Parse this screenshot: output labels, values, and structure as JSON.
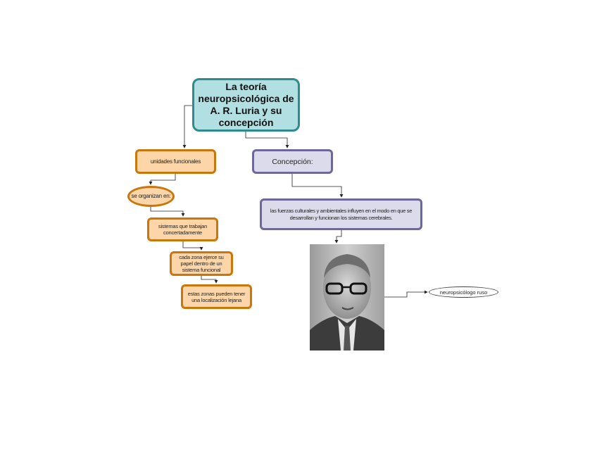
{
  "diagram": {
    "title": "La teoría neuropsicológica de A. R. Luria y su concepción",
    "left_branch": {
      "unidades": "unidades funcionales",
      "organizan": "se organizan en:",
      "sistemas": "sistemas que trabajan concertadamente",
      "cadazona": "cada zona ejerce su papel dentro de un sistema funcional",
      "estas": "estas zonas pueden tener una localización lejana"
    },
    "right_branch": {
      "concepcion": "Concepción:",
      "fuerzas": "las fuerzas culturales y ambientales influyen en el modo en que se desarrollan y funcionan los sistemas cerebrales.",
      "portrait_icon": "portrait-photo",
      "ruso": "neuropsicólogo ruso"
    },
    "colors": {
      "title_fill": "#b2e0e2",
      "title_border": "#2e8c8f",
      "orange_fill": "#fcd6a8",
      "orange_border": "#c9760c",
      "purple_fill": "#dcdbeb",
      "purple_border": "#6e6799"
    }
  }
}
